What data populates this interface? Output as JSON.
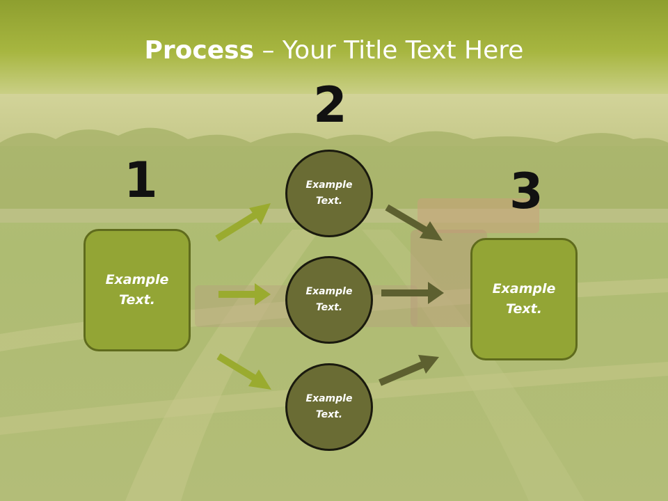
{
  "slide": {
    "title_bold": "Process",
    "title_rest": " – Your Title Text Here",
    "steps": [
      {
        "number": "1",
        "text": "Example\nText."
      },
      {
        "number": "2",
        "text": "Example\nText."
      },
      {
        "number": "3",
        "text": "Example\nText."
      }
    ],
    "circles": [
      {
        "text": "Example\nText."
      },
      {
        "text": "Example\nText."
      },
      {
        "text": "Example\nText."
      }
    ]
  },
  "colors": {
    "header_green": "#a3b23a",
    "box_fill": "#93a535",
    "box_border": "#5f6b1d",
    "circle_fill": "#6a6c34",
    "arrow_light": "#9aab2f",
    "arrow_dark": "#5d6030"
  }
}
